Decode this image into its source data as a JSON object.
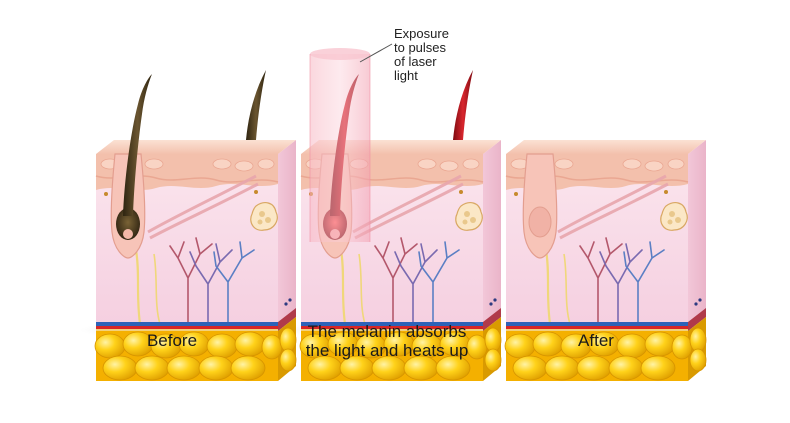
{
  "panels": [
    {
      "caption": [
        "Before"
      ]
    },
    {
      "caption": [
        "The melanin absorbs",
        "the light and heats up"
      ]
    },
    {
      "caption": [
        "After"
      ]
    }
  ],
  "laser_label": [
    "Exposure",
    "to pulses",
    "of laser",
    "light"
  ],
  "colors": {
    "skin_top": "#f6c9b6",
    "dermis": "#f9dbe6",
    "fat": "#f7b800",
    "hair_dark": "#4a3a1e",
    "hair_heated": "#b3121b",
    "laser_beam": "#f5a7b5",
    "artery": "#d72626",
    "vein": "#2d62b8"
  }
}
